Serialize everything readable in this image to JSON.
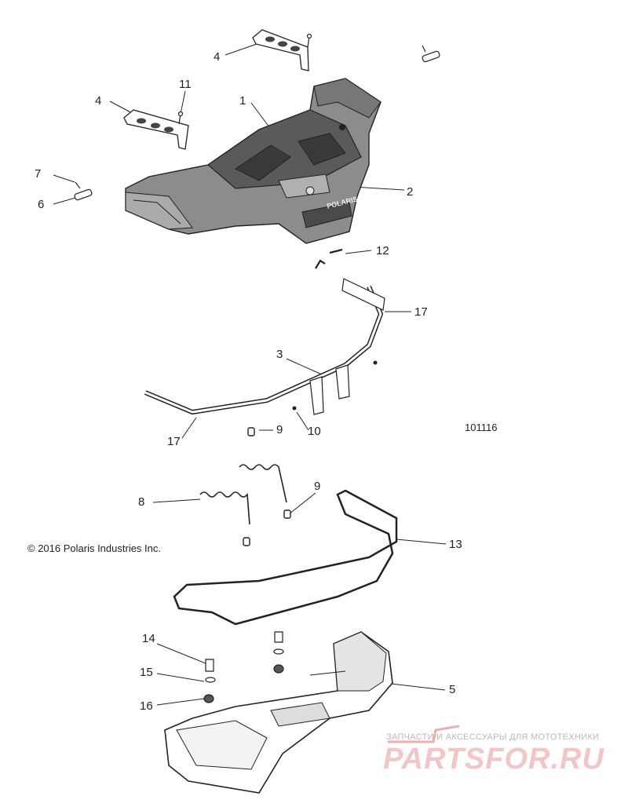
{
  "callouts": {
    "c1": "1",
    "c2": "2",
    "c3": "3",
    "c4a": "4",
    "c4b": "4",
    "c5": "5",
    "c6": "6",
    "c7": "7",
    "c8": "8",
    "c9a": "9",
    "c9b": "9",
    "c10": "10",
    "c11": "11",
    "c12": "12",
    "c13": "13",
    "c14": "14",
    "c15": "15",
    "c16": "16",
    "c17a": "17",
    "c17b": "17"
  },
  "diagram_id": "101116",
  "copyright": "© 2016 Polaris Industries Inc.",
  "brand_on_part": "POLARIS",
  "watermark": {
    "tagline": "ЗАПЧАСТИ И АКСЕССУАРЫ ДЛЯ МОТОТЕХНИКИ",
    "brand": "PARTSFOR.RU"
  },
  "colors": {
    "line": "#222222",
    "panel_dark": "#3a3a3a",
    "panel_mid": "#6a6a6a",
    "panel_light": "#9a9a9a",
    "watermark_brand": "#f2c6c6",
    "watermark_tagline": "#b9b9b9"
  }
}
